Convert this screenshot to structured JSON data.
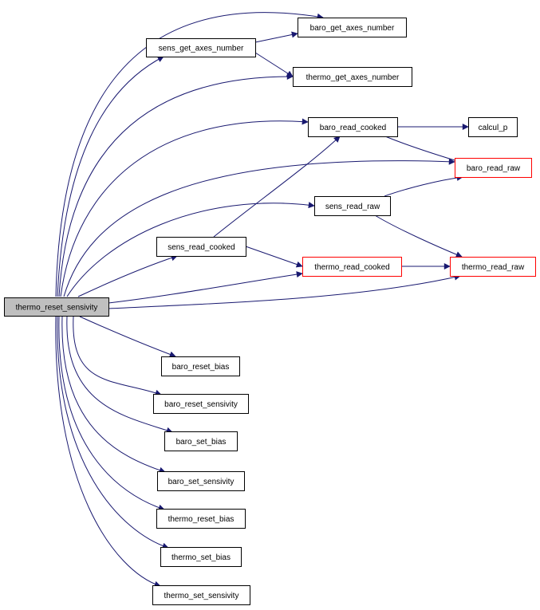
{
  "graph": {
    "root": "thermo_reset_sensivity",
    "colors": {
      "edge": "#191970",
      "root_fill": "#bfbfbf",
      "node_border": "#000000",
      "truncated_border": "#ff0000"
    },
    "nodes": [
      {
        "id": "thermo_reset_sensivity",
        "label": "thermo_reset_sensivity",
        "root": true,
        "truncated": false
      },
      {
        "id": "baro_get_axes_number",
        "label": "baro_get_axes_number",
        "truncated": false
      },
      {
        "id": "sens_get_axes_number",
        "label": "sens_get_axes_number",
        "truncated": false
      },
      {
        "id": "thermo_get_axes_number",
        "label": "thermo_get_axes_number",
        "truncated": false
      },
      {
        "id": "baro_read_cooked",
        "label": "baro_read_cooked",
        "truncated": false
      },
      {
        "id": "calcul_p",
        "label": "calcul_p",
        "truncated": false
      },
      {
        "id": "baro_read_raw",
        "label": "baro_read_raw",
        "truncated": true
      },
      {
        "id": "sens_read_raw",
        "label": "sens_read_raw",
        "truncated": false
      },
      {
        "id": "sens_read_cooked",
        "label": "sens_read_cooked",
        "truncated": false
      },
      {
        "id": "thermo_read_cooked",
        "label": "thermo_read_cooked",
        "truncated": true
      },
      {
        "id": "thermo_read_raw",
        "label": "thermo_read_raw",
        "truncated": true
      },
      {
        "id": "baro_reset_bias",
        "label": "baro_reset_bias",
        "truncated": false
      },
      {
        "id": "baro_reset_sensivity",
        "label": "baro_reset_sensivity",
        "truncated": false
      },
      {
        "id": "baro_set_bias",
        "label": "baro_set_bias",
        "truncated": false
      },
      {
        "id": "baro_set_sensivity",
        "label": "baro_set_sensivity",
        "truncated": false
      },
      {
        "id": "thermo_reset_bias",
        "label": "thermo_reset_bias",
        "truncated": false
      },
      {
        "id": "thermo_set_bias",
        "label": "thermo_set_bias",
        "truncated": false
      },
      {
        "id": "thermo_set_sensivity",
        "label": "thermo_set_sensivity",
        "truncated": false
      }
    ],
    "edges": [
      [
        "thermo_reset_sensivity",
        "baro_get_axes_number"
      ],
      [
        "thermo_reset_sensivity",
        "sens_get_axes_number"
      ],
      [
        "thermo_reset_sensivity",
        "thermo_get_axes_number"
      ],
      [
        "thermo_reset_sensivity",
        "baro_read_cooked"
      ],
      [
        "thermo_reset_sensivity",
        "baro_read_raw"
      ],
      [
        "thermo_reset_sensivity",
        "sens_read_raw"
      ],
      [
        "thermo_reset_sensivity",
        "sens_read_cooked"
      ],
      [
        "thermo_reset_sensivity",
        "thermo_read_cooked"
      ],
      [
        "thermo_reset_sensivity",
        "thermo_read_raw"
      ],
      [
        "thermo_reset_sensivity",
        "baro_reset_bias"
      ],
      [
        "thermo_reset_sensivity",
        "baro_reset_sensivity"
      ],
      [
        "thermo_reset_sensivity",
        "baro_set_bias"
      ],
      [
        "thermo_reset_sensivity",
        "baro_set_sensivity"
      ],
      [
        "thermo_reset_sensivity",
        "thermo_reset_bias"
      ],
      [
        "thermo_reset_sensivity",
        "thermo_set_bias"
      ],
      [
        "thermo_reset_sensivity",
        "thermo_set_sensivity"
      ],
      [
        "sens_get_axes_number",
        "baro_get_axes_number"
      ],
      [
        "sens_get_axes_number",
        "thermo_get_axes_number"
      ],
      [
        "baro_read_cooked",
        "calcul_p"
      ],
      [
        "baro_read_cooked",
        "baro_read_raw"
      ],
      [
        "sens_read_raw",
        "baro_read_raw"
      ],
      [
        "sens_read_raw",
        "thermo_read_raw"
      ],
      [
        "sens_read_cooked",
        "baro_read_cooked"
      ],
      [
        "sens_read_cooked",
        "thermo_read_cooked"
      ],
      [
        "thermo_read_cooked",
        "thermo_read_raw"
      ]
    ]
  }
}
